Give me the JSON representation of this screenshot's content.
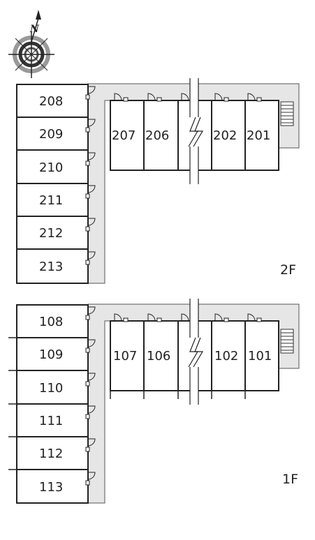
{
  "compass": {
    "letter": "N",
    "icon": "compass-rose-icon"
  },
  "floors": [
    {
      "label": "2F",
      "left_wing": [
        "208",
        "209",
        "210",
        "211",
        "212",
        "213"
      ],
      "right_wing": [
        "207",
        "206",
        "202",
        "201"
      ]
    },
    {
      "label": "1F",
      "left_wing": [
        "108",
        "109",
        "110",
        "111",
        "112",
        "113"
      ],
      "right_wing": [
        "107",
        "106",
        "102",
        "101"
      ]
    }
  ],
  "colors": {
    "walkway": "#e6e6e6",
    "wall": "#222222",
    "background": "#ffffff"
  }
}
